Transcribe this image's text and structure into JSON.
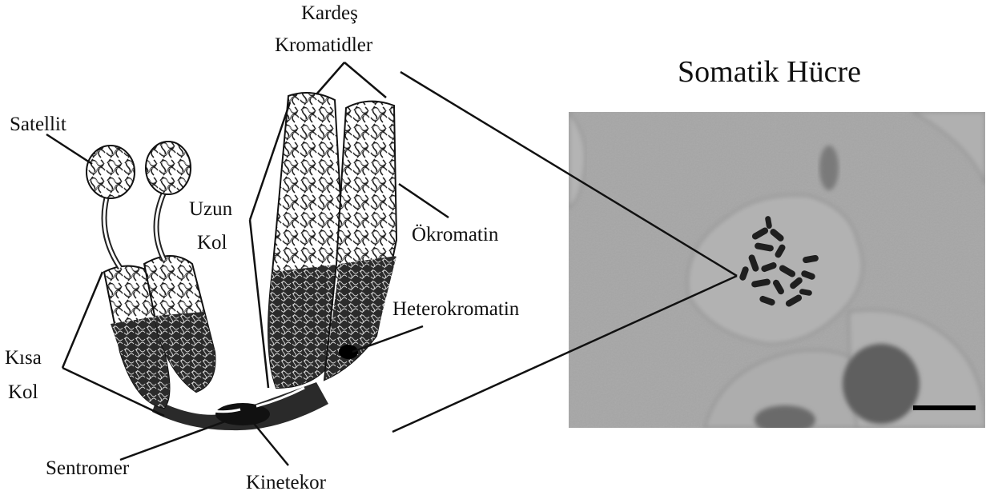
{
  "labels": {
    "sister_chromatids_line1": "Kardeş",
    "sister_chromatids_line2": "Kromatidler",
    "satellite": "Satellit",
    "long_arm_line1": "Uzun",
    "long_arm_line2": "Kol",
    "euchromatin": "Ökromatin",
    "heterochromatin": "Heterokromatin",
    "short_arm_line1": "Kısa",
    "short_arm_line2": "Kol",
    "centromere": "Sentromer",
    "kinetochore": "Kinetekor"
  },
  "micrograph": {
    "title": "Somatik Hücre"
  }
}
